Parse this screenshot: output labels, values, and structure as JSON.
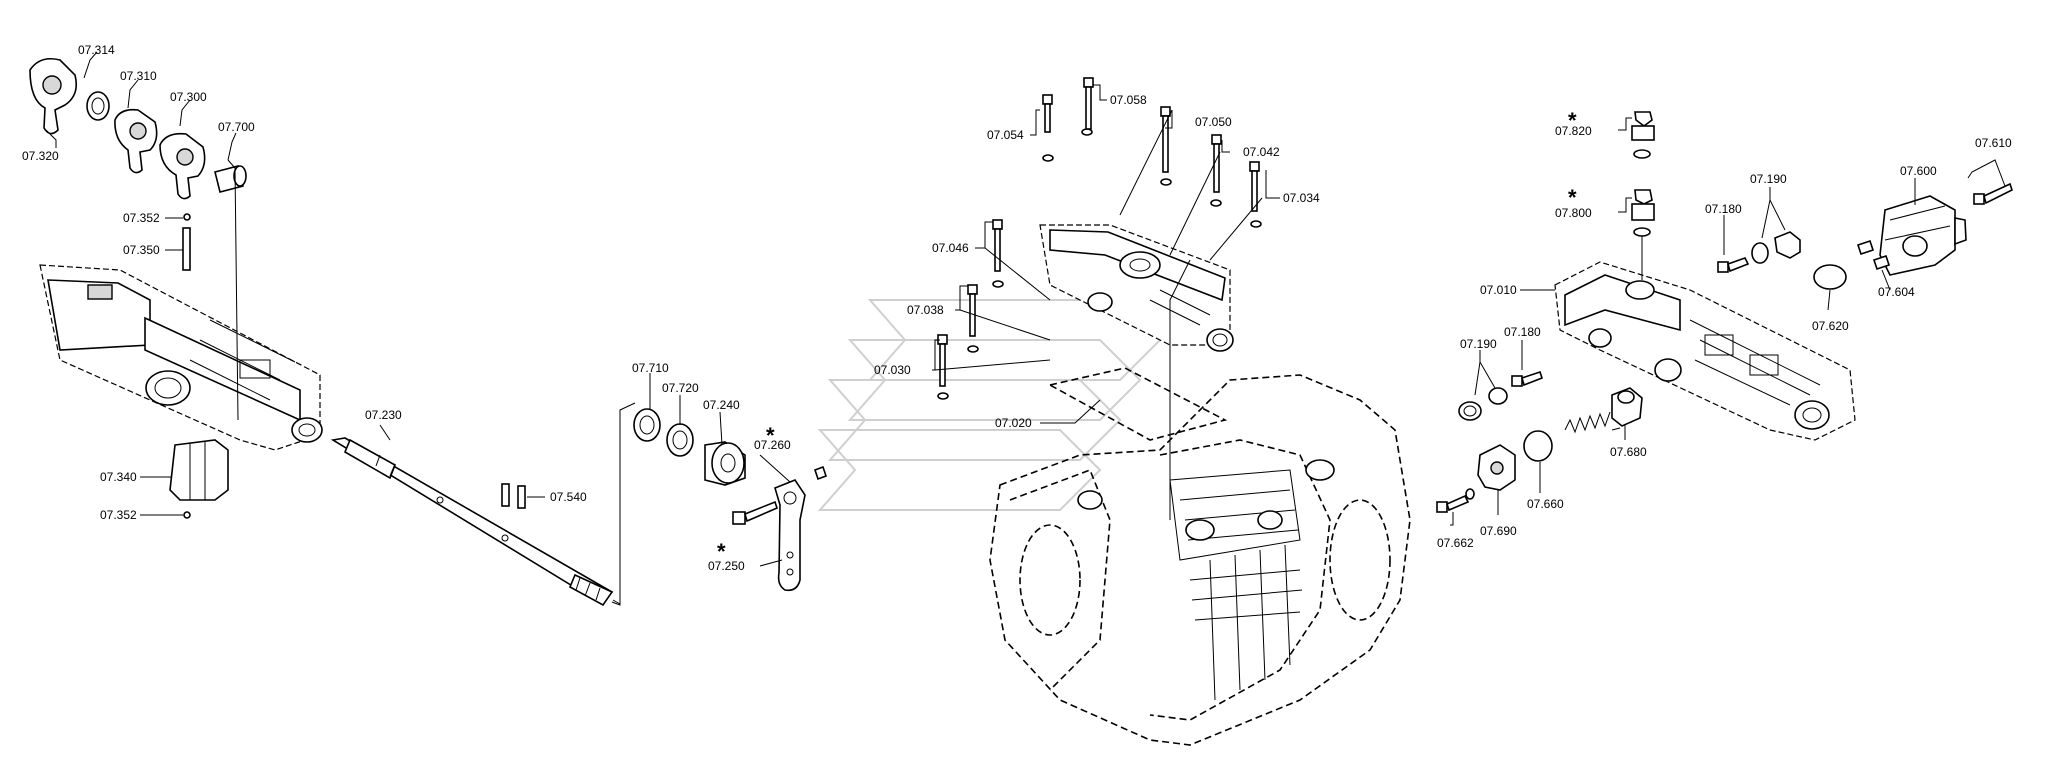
{
  "callouts": {
    "c07314": "07.314",
    "c07310": "07.310",
    "c07300": "07.300",
    "c07700": "07.700",
    "c07320": "07.320",
    "c07352a": "07.352",
    "c07350": "07.350",
    "c07340": "07.340",
    "c07352b": "07.352",
    "c07230": "07.230",
    "c07540": "07.540",
    "c07710": "07.710",
    "c07720": "07.720",
    "c07240": "07.240",
    "c07260": "07.260",
    "c07250": "07.250",
    "c07054": "07.054",
    "c07058": "07.058",
    "c07050": "07.050",
    "c07042": "07.042",
    "c07034": "07.034",
    "c07046": "07.046",
    "c07038": "07.038",
    "c07030": "07.030",
    "c07020": "07.020",
    "c07820": "07.820",
    "c07800": "07.800",
    "c07180a": "07.180",
    "c07190a": "07.190",
    "c07600": "07.600",
    "c07610": "07.610",
    "c07010": "07.010",
    "c07604": "07.604",
    "c07620": "07.620",
    "c07190b": "07.190",
    "c07180b": "07.180",
    "c07680": "07.680",
    "c07660": "07.660",
    "c07690": "07.690",
    "c07662": "07.662"
  },
  "markers": {
    "star": "*"
  },
  "icons": [
    "shift-fork-icon",
    "shaft-icon",
    "housing-icon",
    "bolt-icon",
    "washer-icon",
    "bearing-icon",
    "lever-icon",
    "valve-icon",
    "spring-icon",
    "cover-icon"
  ]
}
